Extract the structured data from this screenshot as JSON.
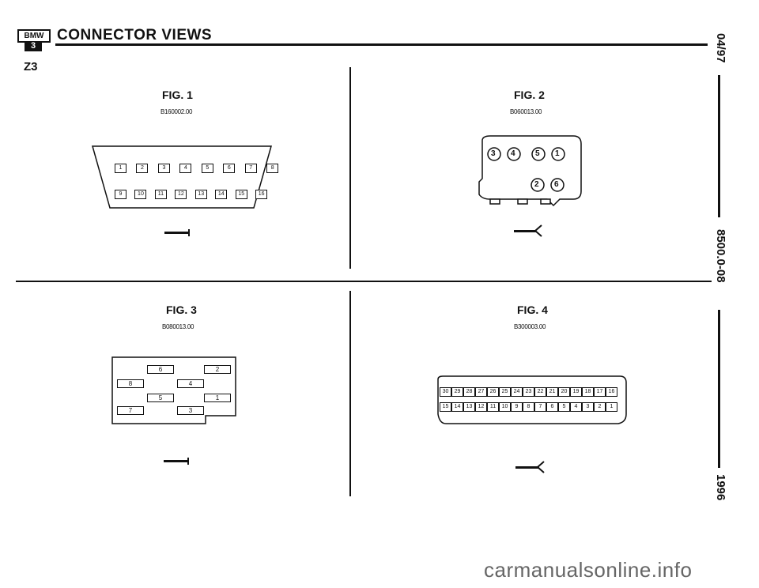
{
  "header": {
    "logo_top": "BMW",
    "logo_bottom": "3",
    "title": "CONNECTOR VIEWS",
    "model": "Z3"
  },
  "side": {
    "date": "04/97",
    "code": "8500.0-08",
    "year": "1996"
  },
  "figures": [
    {
      "label": "FIG. 1",
      "code": "B160002.00",
      "pins_row1": [
        "1",
        "2",
        "3",
        "4",
        "5",
        "6",
        "7",
        "8"
      ],
      "pins_row2": [
        "9",
        "10",
        "11",
        "12",
        "13",
        "14",
        "15",
        "16"
      ]
    },
    {
      "label": "FIG. 2",
      "code": "B060013.00",
      "pins_row1": [
        "3",
        "4",
        "5",
        "1"
      ],
      "pins_row2": [
        "2",
        "6"
      ]
    },
    {
      "label": "FIG. 3",
      "code": "B080013.00",
      "pins": [
        "6",
        "2",
        "8",
        "4",
        "5",
        "1",
        "7",
        "3"
      ]
    },
    {
      "label": "FIG. 4",
      "code": "B300003.00",
      "pins_row1": [
        "30",
        "29",
        "28",
        "27",
        "26",
        "25",
        "24",
        "23",
        "22",
        "21",
        "20",
        "19",
        "18",
        "17",
        "16"
      ],
      "pins_row2": [
        "15",
        "14",
        "13",
        "12",
        "11",
        "10",
        "9",
        "8",
        "7",
        "6",
        "5",
        "4",
        "3",
        "2",
        "1"
      ]
    }
  ],
  "watermark": "carmanualsonline.info"
}
